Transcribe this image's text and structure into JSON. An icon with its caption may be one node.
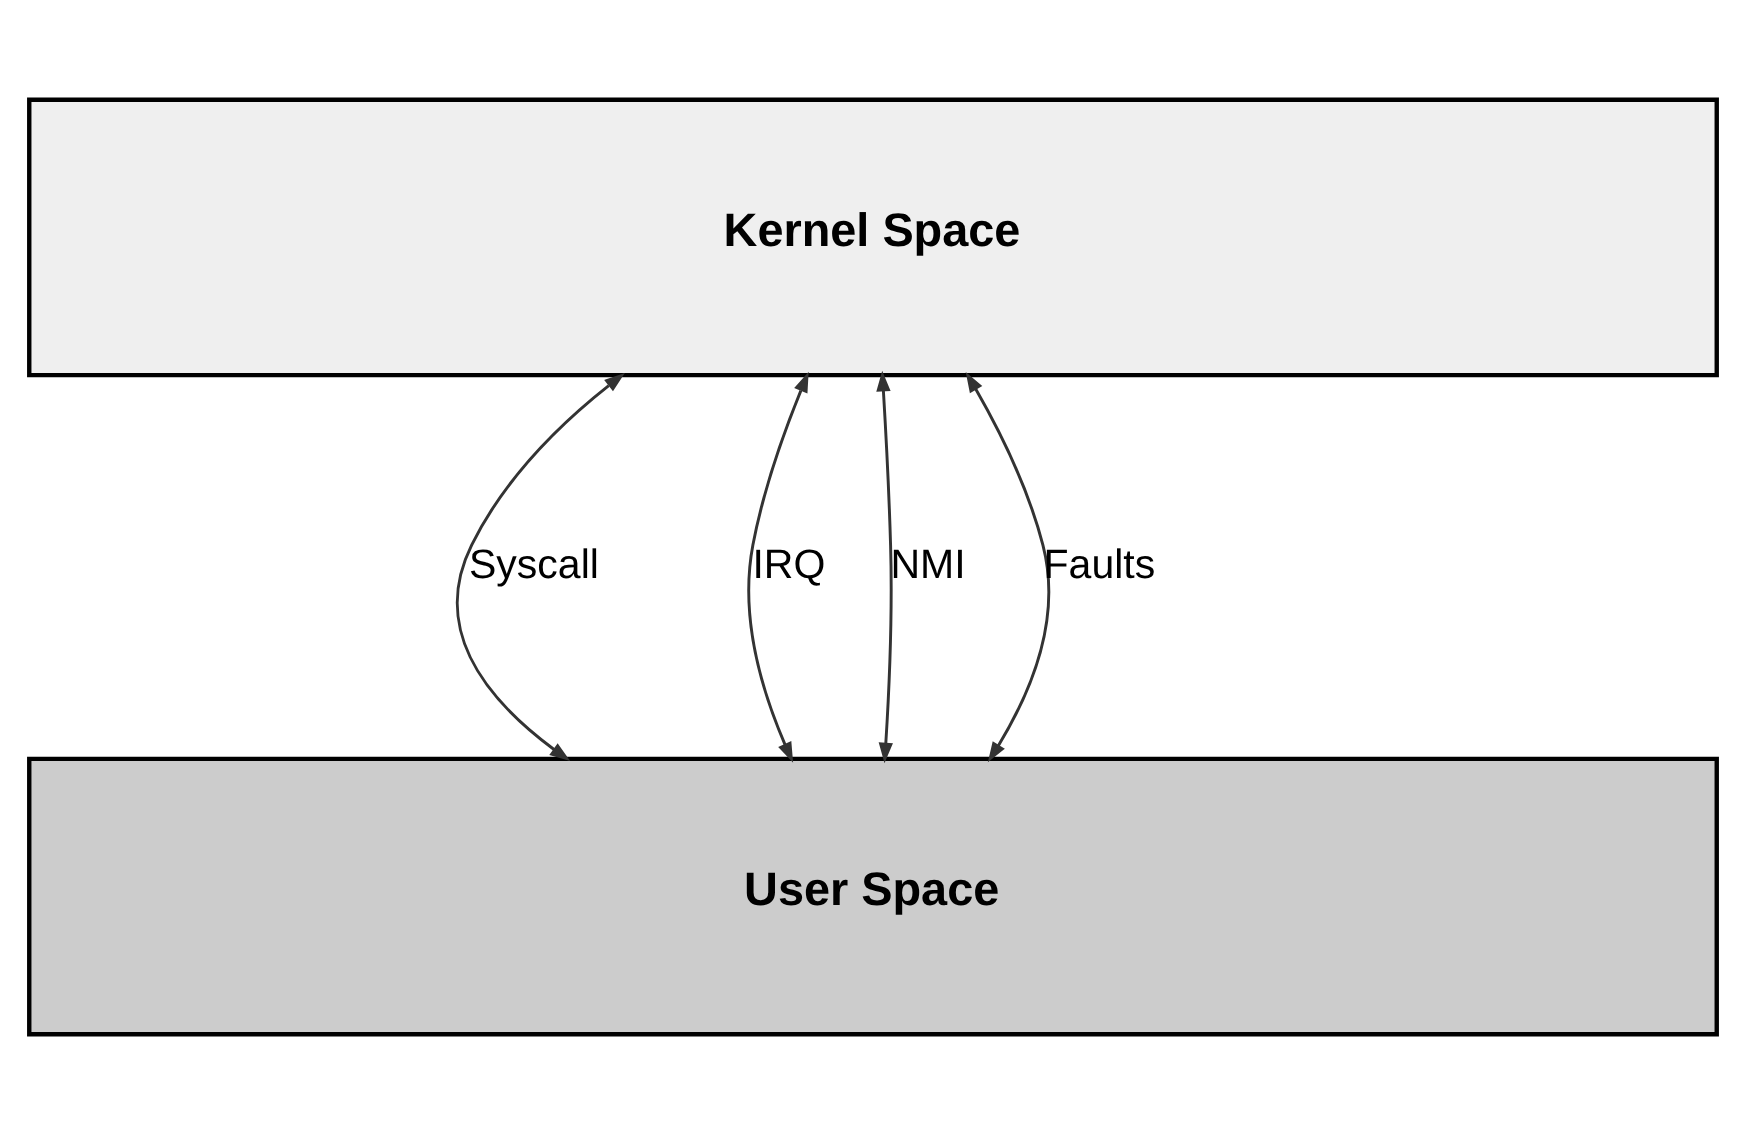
{
  "diagram": {
    "nodes": [
      {
        "text": [
          "Kernel Space"
        ]
      },
      {
        "text": [
          "User Space"
        ]
      }
    ],
    "edges": [
      {
        "from": 0,
        "to": 1,
        "arrow": "both",
        "label": "Syscall"
      },
      {
        "from": 0,
        "to": 1,
        "arrow": "both",
        "label": "IRQ"
      },
      {
        "from": 0,
        "to": 1,
        "arrow": "both",
        "label": "NMI"
      },
      {
        "from": 0,
        "to": 1,
        "arrow": "both",
        "label": "Faults"
      }
    ]
  }
}
